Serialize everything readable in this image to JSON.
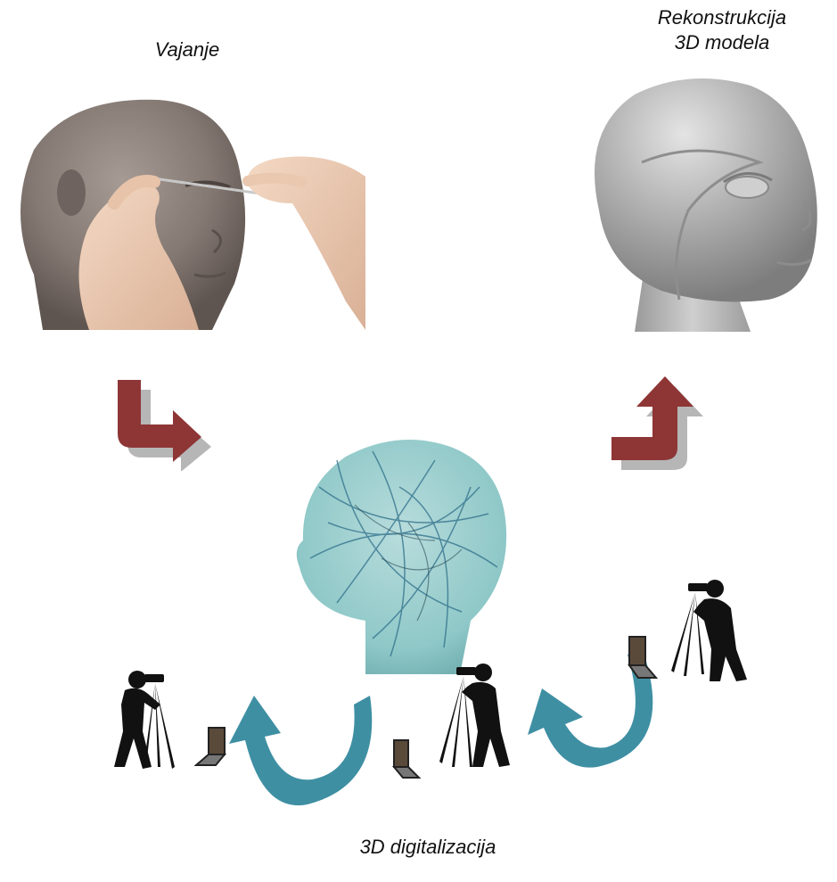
{
  "labels": {
    "sculpting": "Vajanje",
    "reconstruction_line1": "Rekonstrukcija",
    "reconstruction_line2": "3D modela",
    "digitalization": "3D digitalizacija"
  },
  "colors": {
    "arrow_red": "#8e3535",
    "arrow_teal": "#3f8fa3",
    "clay": "#8a7e78",
    "model_gray": "#b4b4b4",
    "head_teal": "#8fc8c8"
  },
  "icons": {
    "down-right-arrow": "curved-arrow",
    "up-right-arrow": "curved-arrow",
    "photographer": "silhouette",
    "laptop": "laptop"
  }
}
